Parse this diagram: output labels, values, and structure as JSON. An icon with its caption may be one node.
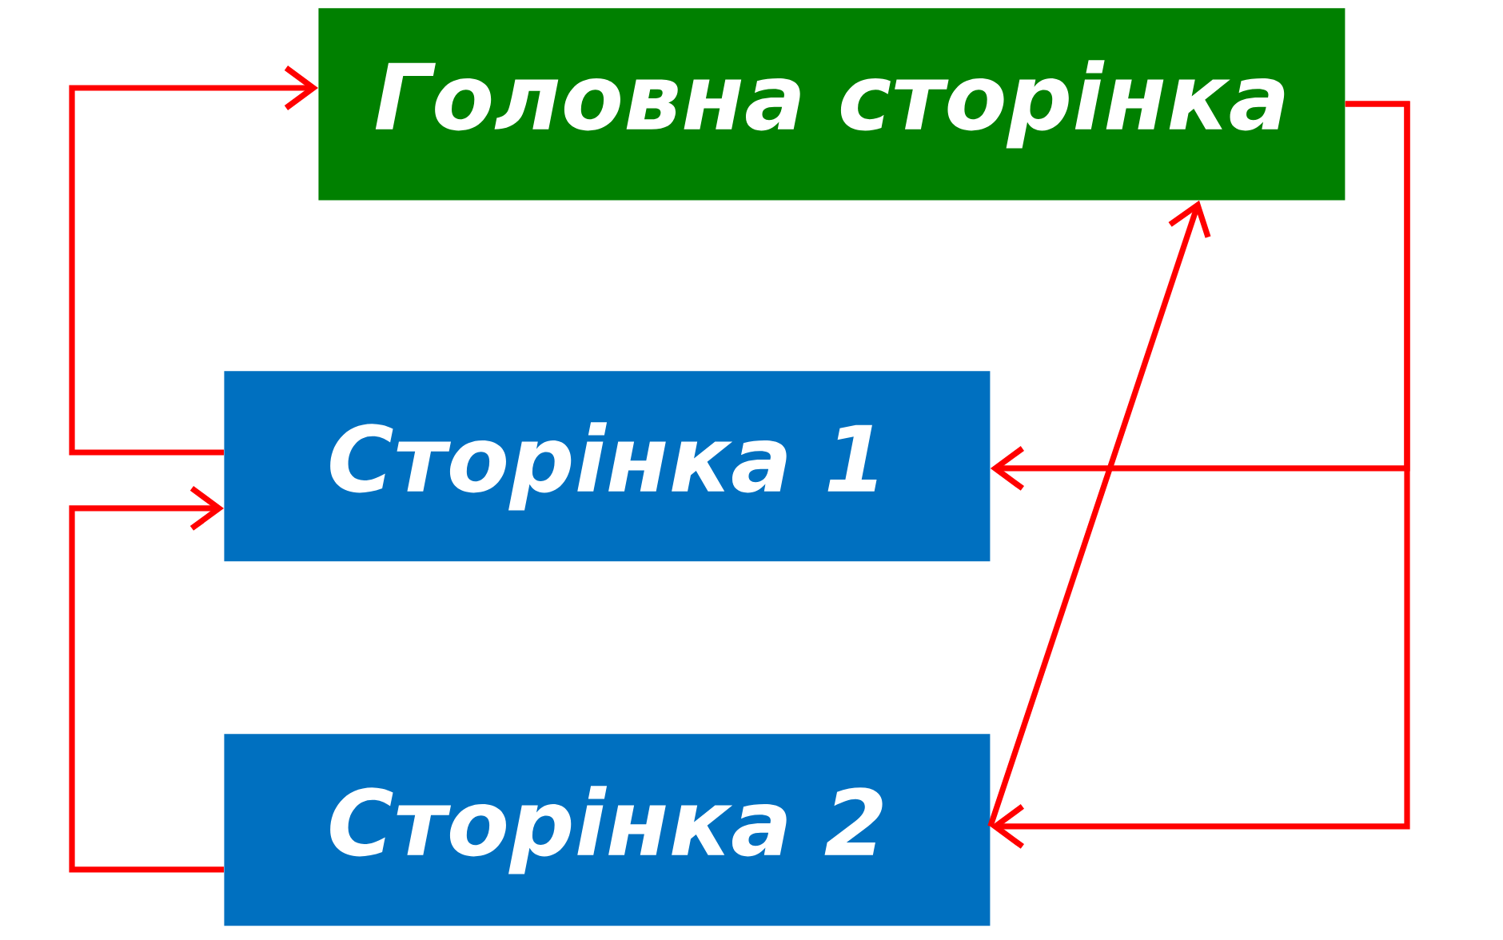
{
  "diagram": {
    "nodes": [
      {
        "text": [
          "Головна сторінка"
        ]
      },
      {
        "text": [
          "Сторінка 1"
        ]
      },
      {
        "text": [
          "Сторінка 2"
        ]
      }
    ],
    "edges": [
      {
        "from": 1,
        "to": 0,
        "arrow": "to"
      },
      {
        "from": 0,
        "to": 1,
        "arrow": "to"
      },
      {
        "from": 0,
        "to": 2,
        "arrow": "to"
      },
      {
        "from": 2,
        "to": 1,
        "arrow": "to"
      },
      {
        "from": 2,
        "to": 0,
        "arrow": "to"
      }
    ]
  }
}
